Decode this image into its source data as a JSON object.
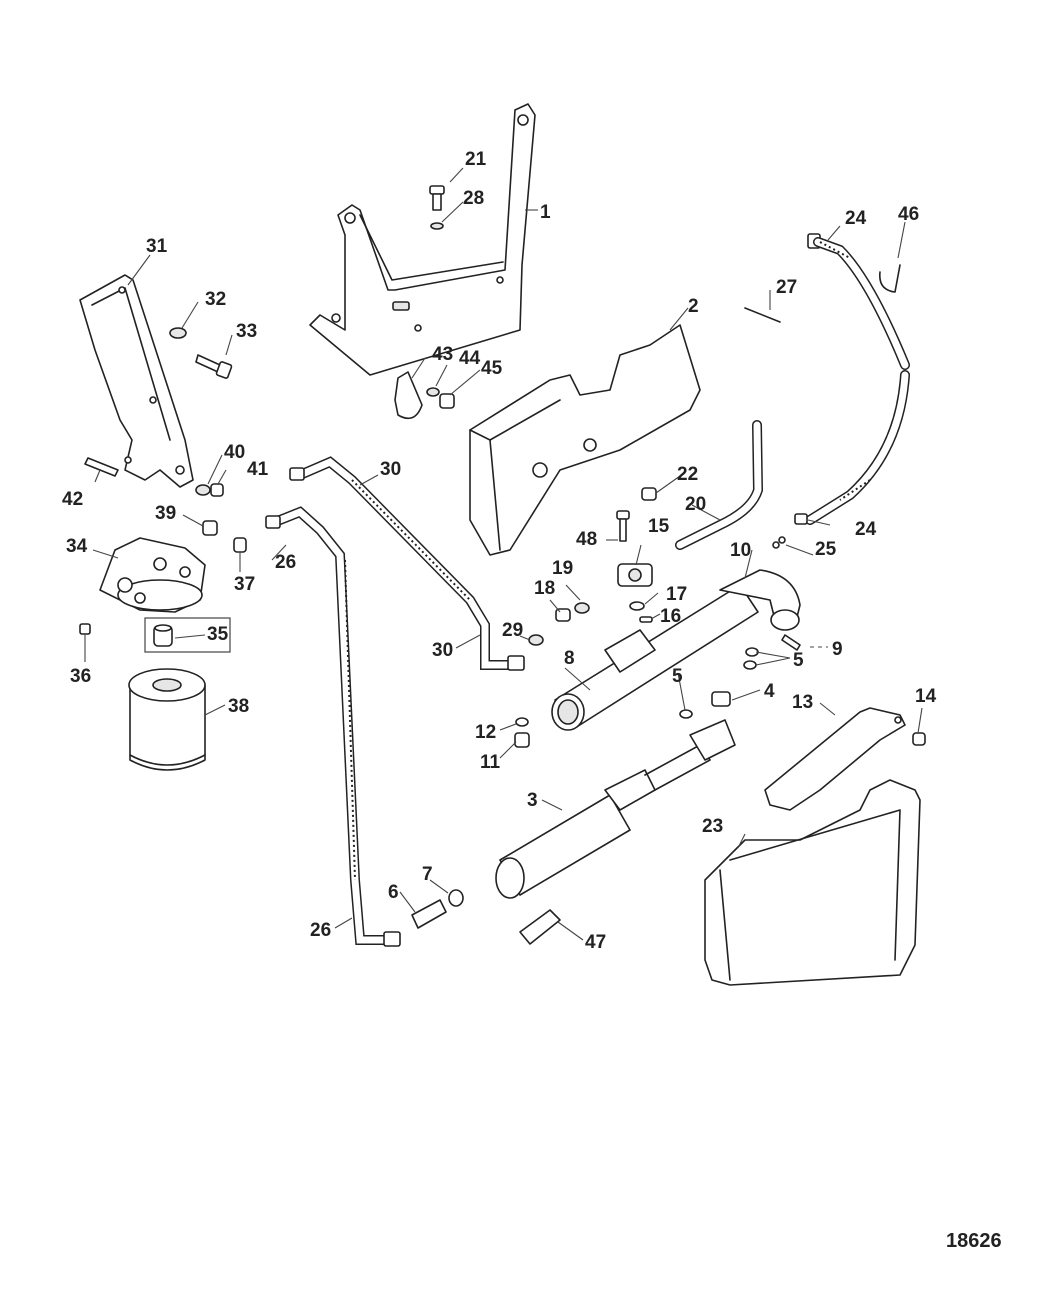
{
  "diagram": {
    "reference_number": "18626",
    "callouts": [
      "1",
      "2",
      "3",
      "4",
      "5",
      "5",
      "6",
      "7",
      "8",
      "9",
      "10",
      "11",
      "12",
      "13",
      "14",
      "15",
      "16",
      "17",
      "18",
      "19",
      "20",
      "21",
      "22",
      "23",
      "24",
      "24",
      "25",
      "26",
      "26",
      "27",
      "28",
      "29",
      "30",
      "30",
      "31",
      "32",
      "33",
      "34",
      "35",
      "36",
      "37",
      "38",
      "39",
      "40",
      "41",
      "42",
      "43",
      "44",
      "45",
      "46",
      "47",
      "48"
    ]
  }
}
